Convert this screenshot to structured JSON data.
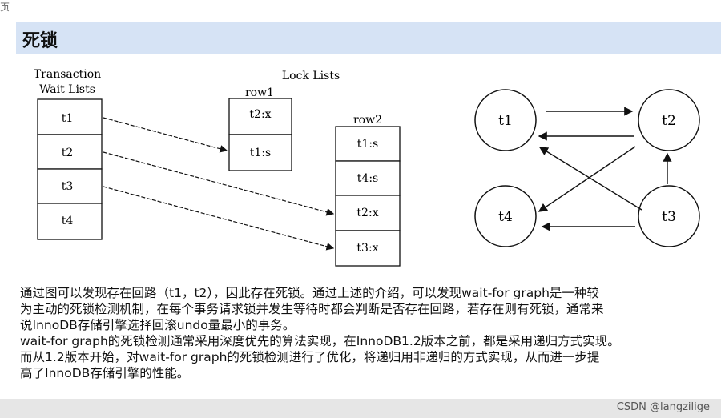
{
  "corner_text": "页",
  "heading": "死锁",
  "figure_left": {
    "wait_lists_title_line1": "Transaction",
    "wait_lists_title_line2": "Wait Lists",
    "lock_lists_title": "Lock Lists",
    "transactions": [
      "t1",
      "t2",
      "t3",
      "t4"
    ],
    "row1": {
      "label": "row1",
      "entries": [
        "t2:x",
        "t1:s"
      ]
    },
    "row2": {
      "label": "row2",
      "entries": [
        "t1:s",
        "t4:s",
        "t2:x",
        "t3:x"
      ]
    }
  },
  "figure_right": {
    "nodes": [
      "t1",
      "t2",
      "t4",
      "t3"
    ]
  },
  "paragraph_lines": [
    "通过图可以发现存在回路（t1，t2），因此存在死锁。通过上述的介绍，可以发现wait-for graph是一种较",
    "为主动的死锁检测机制，在每个事务请求锁并发生等待时都会判断是否存在回路，若存在则有死锁，通常来",
    "说InnoDB存储引擎选择回滚undo量最小的事务。",
    "wait-for graph的死锁检测通常采用深度优先的算法实现，在InnoDB1.2版本之前，都是采用递归方式实现。",
    "而从1.2版本开始，对wait-for graph的死锁检测进行了优化，将递归用非递归的方式实现，从而进一步提",
    "高了InnoDB存储引擎的性能。"
  ],
  "watermark": "CSDN @langzilige"
}
